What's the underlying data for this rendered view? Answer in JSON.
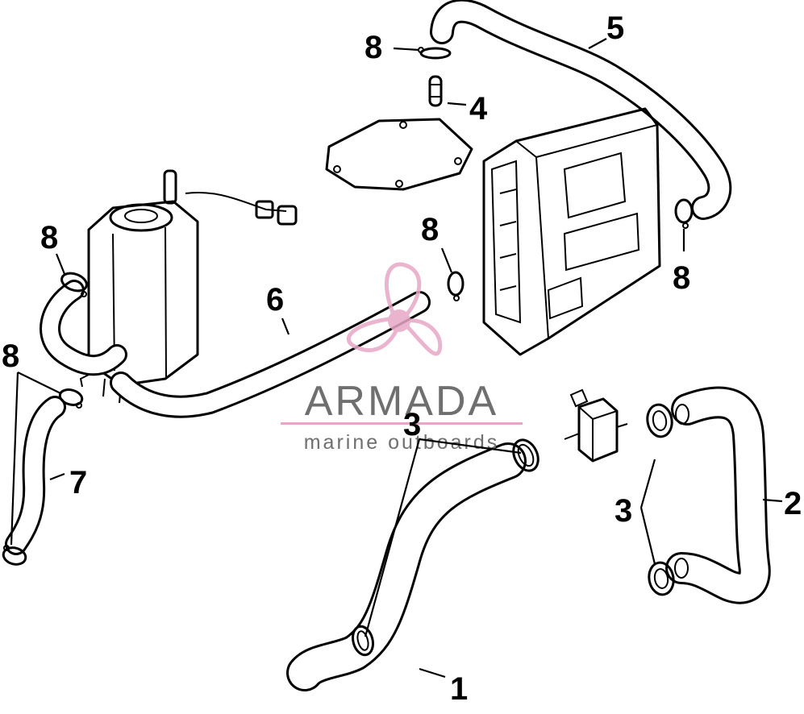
{
  "callouts": {
    "c1": "1",
    "c2": "2",
    "c3a": "3",
    "c3b": "3",
    "c4": "4",
    "c5": "5",
    "c6": "6",
    "c7": "7",
    "c8a": "8",
    "c8b": "8",
    "c8c": "8",
    "c8d": "8",
    "c8e": "8"
  },
  "watermark": {
    "name": "ARMADA",
    "tagline": "marine outboards",
    "accent_color": "#e8a7c6",
    "text_color": "#6f6f6f"
  }
}
